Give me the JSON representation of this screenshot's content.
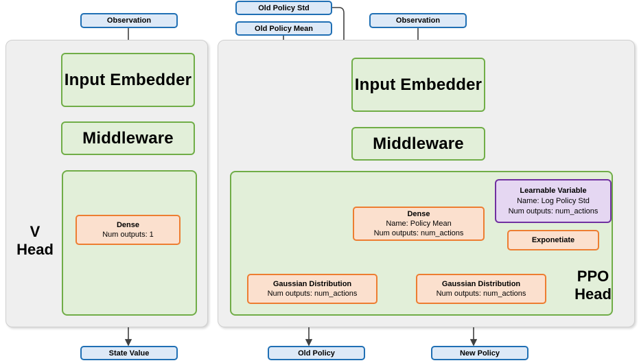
{
  "diagram": {
    "title": "PPO network architecture (V Head and PPO Head)",
    "colors": {
      "group_fill": "#efefef",
      "group_border": "#cfcfcf",
      "green_fill": "#e2efd9",
      "green_border": "#70ad47",
      "orange_fill": "#fbe0ce",
      "orange_border": "#ed7d31",
      "purple_fill": "#e5d7f2",
      "purple_border": "#7030a0",
      "blue_fill": "#dde9f7",
      "blue_border": "#1f6fb4",
      "arrow": "#404040"
    }
  },
  "inputs": {
    "observation_left": "Observation",
    "old_policy_std": "Old Policy Std",
    "old_policy_mean": "Old Policy Mean",
    "observation_right": "Observation"
  },
  "v_head": {
    "label_line1": "V",
    "label_line2": "Head",
    "input_embedder": "Input Embedder",
    "middleware": "Middleware",
    "dense": {
      "title": "Dense",
      "line2": "Num outputs: 1"
    }
  },
  "ppo_head": {
    "label_line1": "PPO",
    "label_line2": "Head",
    "input_embedder": "Input Embedder",
    "middleware": "Middleware",
    "dense": {
      "title": "Dense",
      "line2": "Name: Policy Mean",
      "line3": "Num outputs: num_actions"
    },
    "learnable_variable": {
      "title": "Learnable Variable",
      "line2": "Name: Log Policy Std",
      "line3": "Num outputs: num_actions"
    },
    "exponetiate": {
      "title": "Exponetiate"
    },
    "gaussian_old": {
      "title": "Gaussian Distribution",
      "line2": "Num outputs: num_actions"
    },
    "gaussian_new": {
      "title": "Gaussian Distribution",
      "line2": "Num outputs: num_actions"
    }
  },
  "outputs": {
    "state_value": "State Value",
    "old_policy": "Old Policy",
    "new_policy": "New Policy"
  }
}
